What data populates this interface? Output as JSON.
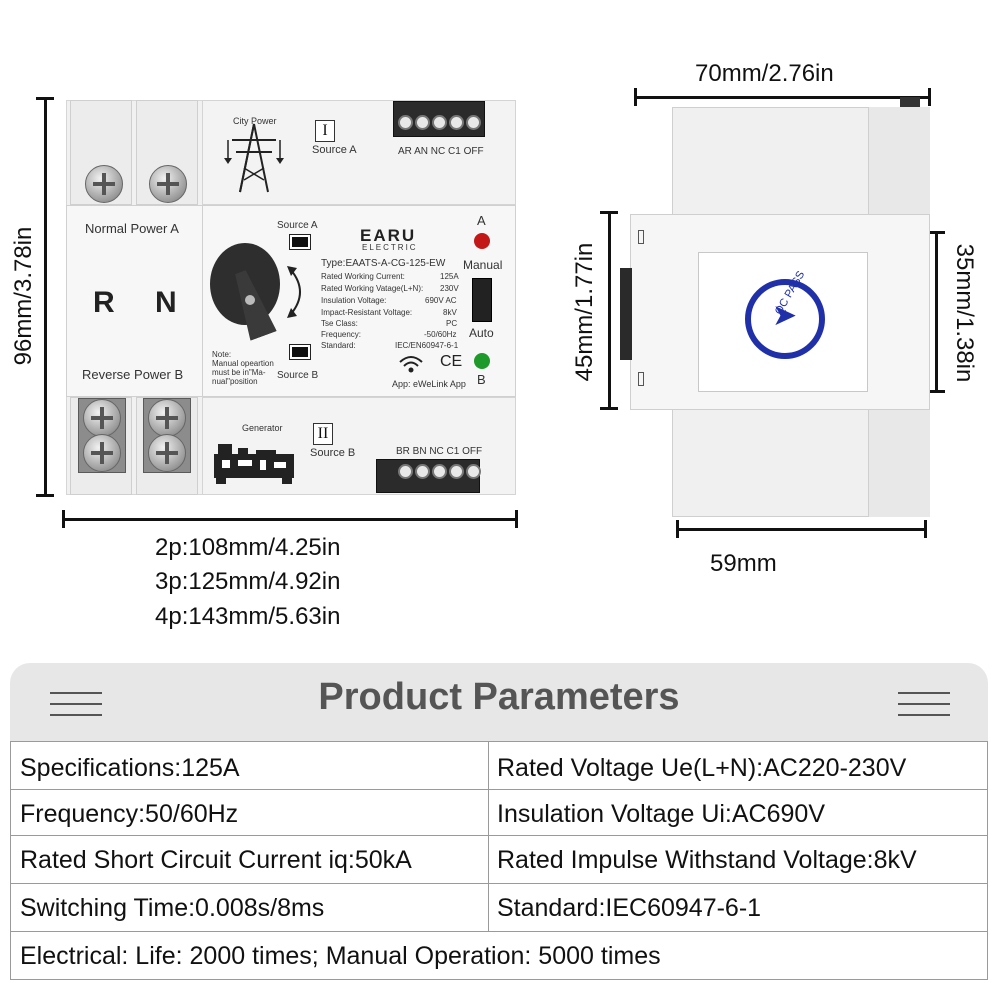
{
  "dimensions": {
    "side_width": "70mm/2.76in",
    "height_left": "96mm/3.78in",
    "width_2p": "2p:108mm/4.25in",
    "width_3p": "3p:125mm/4.92in",
    "width_4p": "4p:143mm/5.63in",
    "height_panel": "45mm/1.77in",
    "rail_height": "35mm/1.38in",
    "depth": "59mm"
  },
  "device": {
    "city_power": "City Power",
    "source_a_header": "Source A",
    "terminal_top": "AR AN NC C1 OFF",
    "terminal_bottom": "BR BN NC C1 OFF",
    "normal_power": "Normal Power A",
    "reverse_power": "Reverse Power B",
    "letter_r": "R",
    "letter_n": "N",
    "roman_1": "I",
    "roman_2": "II",
    "source_a_switch": "Source A",
    "source_b_switch": "Source B",
    "brand": "EARU",
    "brand_sub": "ELECTRIC",
    "type_line": "Type:EAATS-A-CG-125-EW",
    "specs": [
      {
        "label": "Rated Working Current:",
        "value": "125A"
      },
      {
        "label": "Rated Working Vatage(L+N):",
        "value": "230V"
      },
      {
        "label": "Insulation Voltage:",
        "value": "690V AC"
      },
      {
        "label": "Impact-Resistant Voltage:",
        "value": "8kV"
      },
      {
        "label": "Tse Class:",
        "value": "PC"
      },
      {
        "label": "Frequency:",
        "value": "-50/60Hz"
      },
      {
        "label": "Standard:",
        "value": "IEC/EN60947-6-1"
      }
    ],
    "note_1": "Note:",
    "note_2": "Manual opeartion",
    "note_3": "must be in\"Ma-",
    "note_4": "nual\"position",
    "app": "App: eWeLink App",
    "ce_mark": "CE",
    "indicator_a": "A",
    "indicator_b": "B",
    "manual": "Manual",
    "auto": "Auto",
    "generator": "Generator",
    "source_b_footer": "Source B",
    "qc_label": "QC PASS"
  },
  "parameters": {
    "title": "Product Parameters",
    "rows": [
      {
        "left": "Specifications:125A",
        "right": "Rated Voltage Ue(L+N):AC220-230V"
      },
      {
        "left": "Frequency:50/60Hz",
        "right": "Insulation Voltage Ui:AC690V"
      },
      {
        "left": "Rated Short Circuit Current iq:50kA",
        "right": "Rated Impulse Withstand Voltage:8kV"
      },
      {
        "left": "Switching Time:0.008s/8ms",
        "right": "Standard:IEC60947-6-1"
      }
    ],
    "footer": "Electrical: Life: 2000 times; Manual Operation: 5000 times"
  },
  "colors": {
    "led_red": "#c21818",
    "led_green": "#1e9a2a",
    "qc_blue": "#2030a8"
  }
}
